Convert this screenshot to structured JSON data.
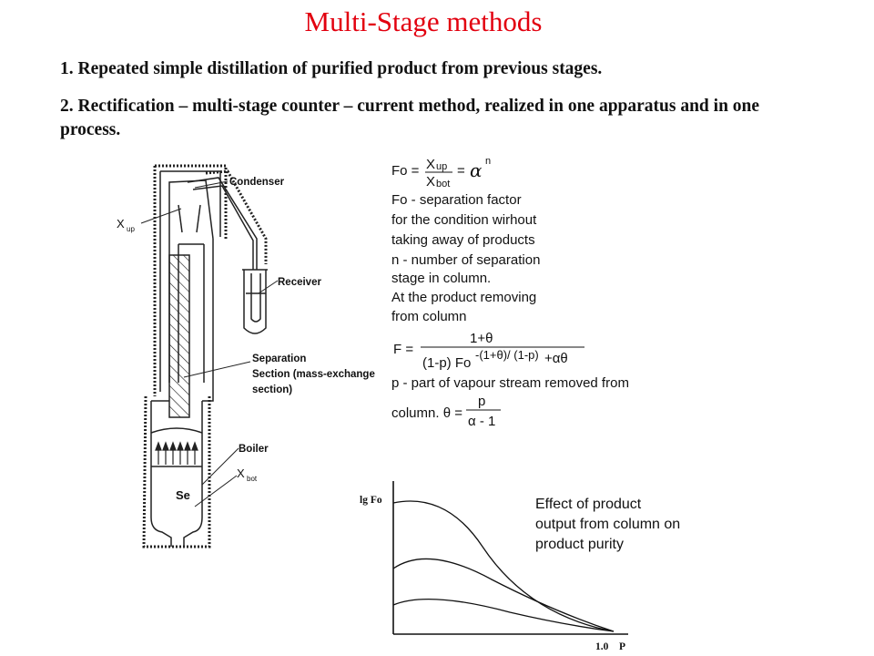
{
  "slide": {
    "title": "Multi-Stage methods",
    "points": [
      "1.  Repeated simple distillation of purified product from previous stages.",
      "2.  Rectification – multi-stage counter – current method, realized in one apparatus and in one process."
    ]
  },
  "apparatus": {
    "labels": {
      "condenser": "Condenser",
      "receiver": "Receiver",
      "separation": [
        "Separation",
        "Section (mass-exchange",
        "section)"
      ],
      "boiler": "Boiler",
      "se": "Se",
      "x_up": "X",
      "x_up_sub": "up",
      "x_bot": "X",
      "x_bot_sub": "bot"
    }
  },
  "formulas": {
    "fo": {
      "lhs": "Fo =",
      "num": "X",
      "num_sub": "up",
      "den": "X",
      "den_sub": "bot",
      "eq": "=",
      "alpha": "α",
      "exp": "n"
    },
    "text1": [
      "Fo - separation factor",
      "for the condition wirhout",
      "taking away of products",
      "n - number of separation",
      "stage in column.",
      "At the product removing",
      "from column"
    ],
    "f": {
      "lhs": "F =",
      "num": "1+θ",
      "den_a": "(1-p) Fo",
      "den_exp": "-(1+θ)/ (1-p)",
      "den_b": "+αθ"
    },
    "text2": [
      "p - part of vapour stream removed from",
      "column.  θ ="
    ],
    "theta": {
      "num": "p",
      "den": "α - 1"
    }
  },
  "graph": {
    "title": [
      "Effect of product",
      "output from column on",
      "product purity"
    ],
    "ylabel": "lg Fo",
    "xlabel_a": "1.0",
    "xlabel_b": "P"
  }
}
